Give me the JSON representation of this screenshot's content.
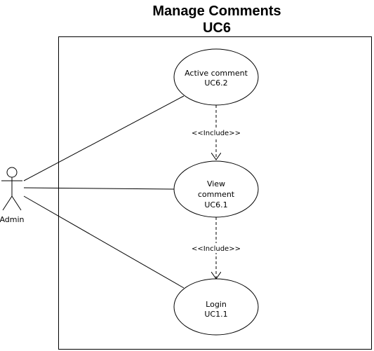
{
  "diagram": {
    "title_line1": "Manage Comments",
    "title_line2": "UC6",
    "actor": {
      "label": "Admin"
    },
    "use_cases": {
      "active": {
        "line1": "Active comment",
        "line2": "UC6.2"
      },
      "view": {
        "line1": "View",
        "line2": "comment",
        "line3": "UC6.1"
      },
      "login": {
        "line1": "Login",
        "line2": "UC1.1"
      }
    },
    "relations": {
      "include_top": "<<Include>>",
      "include_bottom": "<<Include>>"
    }
  }
}
